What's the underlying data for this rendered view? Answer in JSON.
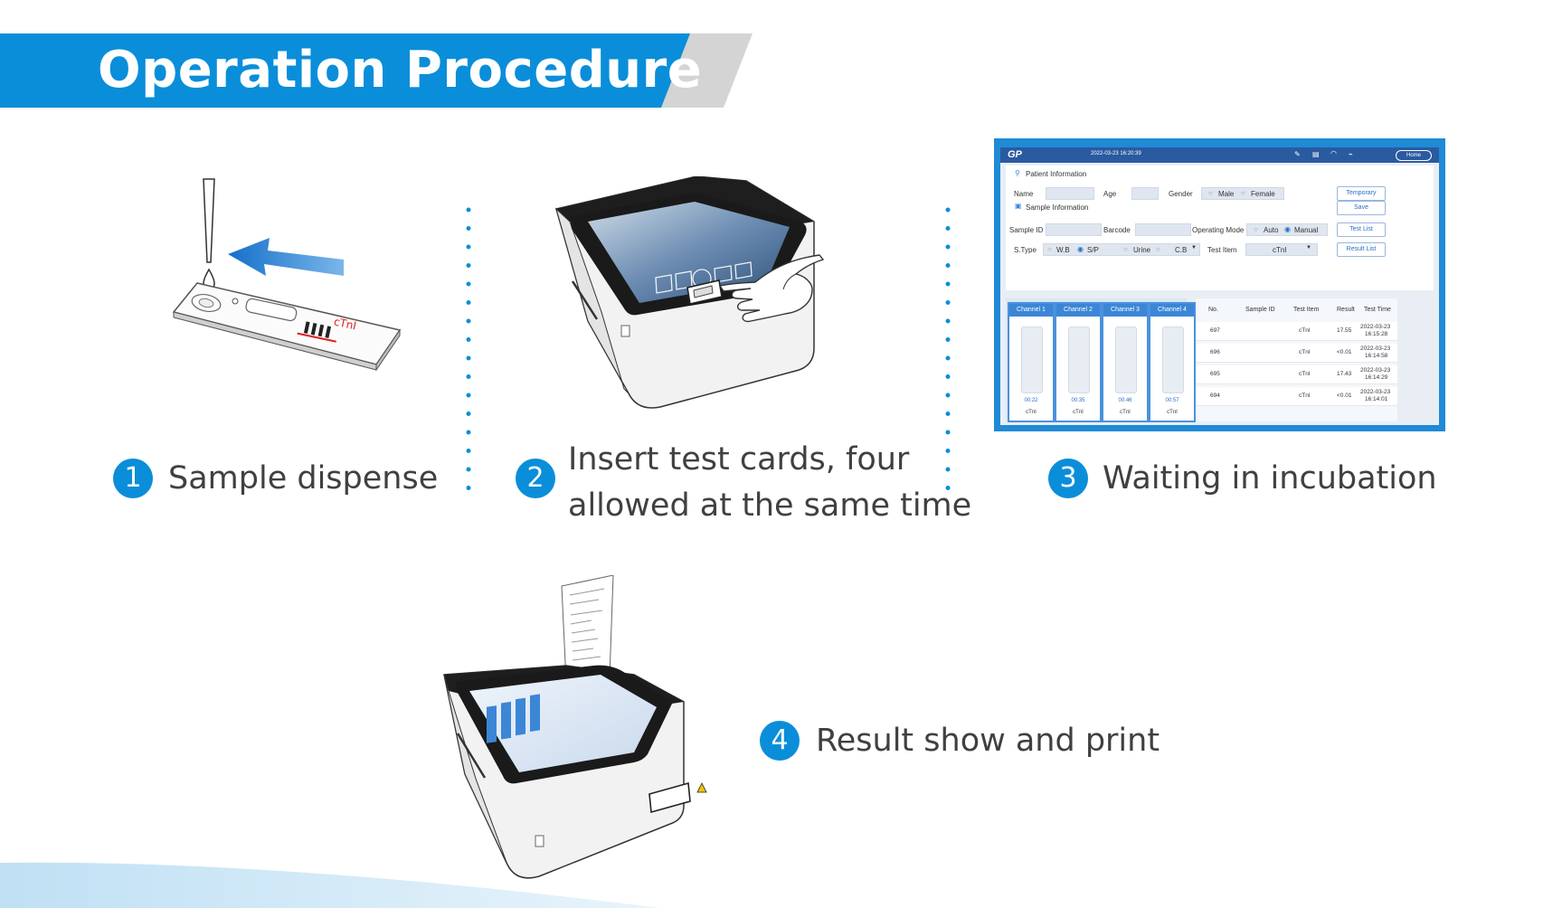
{
  "header": {
    "title": "Operation Procedure"
  },
  "steps": [
    {
      "number": "1",
      "label": "Sample dispense"
    },
    {
      "number": "2",
      "label_line1": "Insert test cards, four",
      "label_line2": "allowed at the same time"
    },
    {
      "number": "3",
      "label": "Waiting in incubation"
    },
    {
      "number": "4",
      "label": "Result show and print"
    }
  ],
  "test_card": {
    "marking": "cTnI"
  },
  "screen": {
    "logo": "GP",
    "datetime": "2022-03-23 16:20:39",
    "home_button": "Home",
    "patient_section": "Patient Information",
    "name_label": "Name",
    "age_label": "Age",
    "gender_label": "Gender",
    "male": "Male",
    "female": "Female",
    "temporary_button": "Temporary",
    "save_button": "Save",
    "sample_section": "Sample Information",
    "sample_id_label": "Sample ID",
    "barcode_label": "Barcode",
    "operating_mode_label": "Operating Mode",
    "auto": "Auto",
    "manual": "Manual",
    "test_list_button": "Test List",
    "stype_label": "S.Type",
    "wb": "W.B",
    "sp": "S/P",
    "urine": "Urine",
    "cb": "C.B",
    "test_item_label": "Test Item",
    "test_item_value": "cTnI",
    "result_list_button": "Result List",
    "channels": [
      {
        "name": "Channel 1",
        "time": "00:22",
        "item": "cTnI"
      },
      {
        "name": "Channel 2",
        "time": "00:35",
        "item": "cTnI"
      },
      {
        "name": "Channel 3",
        "time": "00:46",
        "item": "cTnI"
      },
      {
        "name": "Channel 4",
        "time": "00:57",
        "item": "cTnI"
      }
    ],
    "results_headers": [
      "No.",
      "Sample ID",
      "Test Item",
      "Result",
      "Test Time"
    ],
    "results": [
      {
        "no": "697",
        "item": "cTnI",
        "result": "17.55",
        "date": "2022-03-23",
        "time": "16:15:28"
      },
      {
        "no": "696",
        "item": "cTnI",
        "result": "<0.01",
        "date": "2022-03-23",
        "time": "16:14:58"
      },
      {
        "no": "695",
        "item": "cTnI",
        "result": "17.43",
        "date": "2022-03-23",
        "time": "16:14:29"
      },
      {
        "no": "694",
        "item": "cTnI",
        "result": "<0.01",
        "date": "2022-03-23",
        "time": "16:14:01"
      }
    ]
  },
  "colors": {
    "brand_blue": "#0a8ed9",
    "band_gray": "#d4d4d4"
  }
}
